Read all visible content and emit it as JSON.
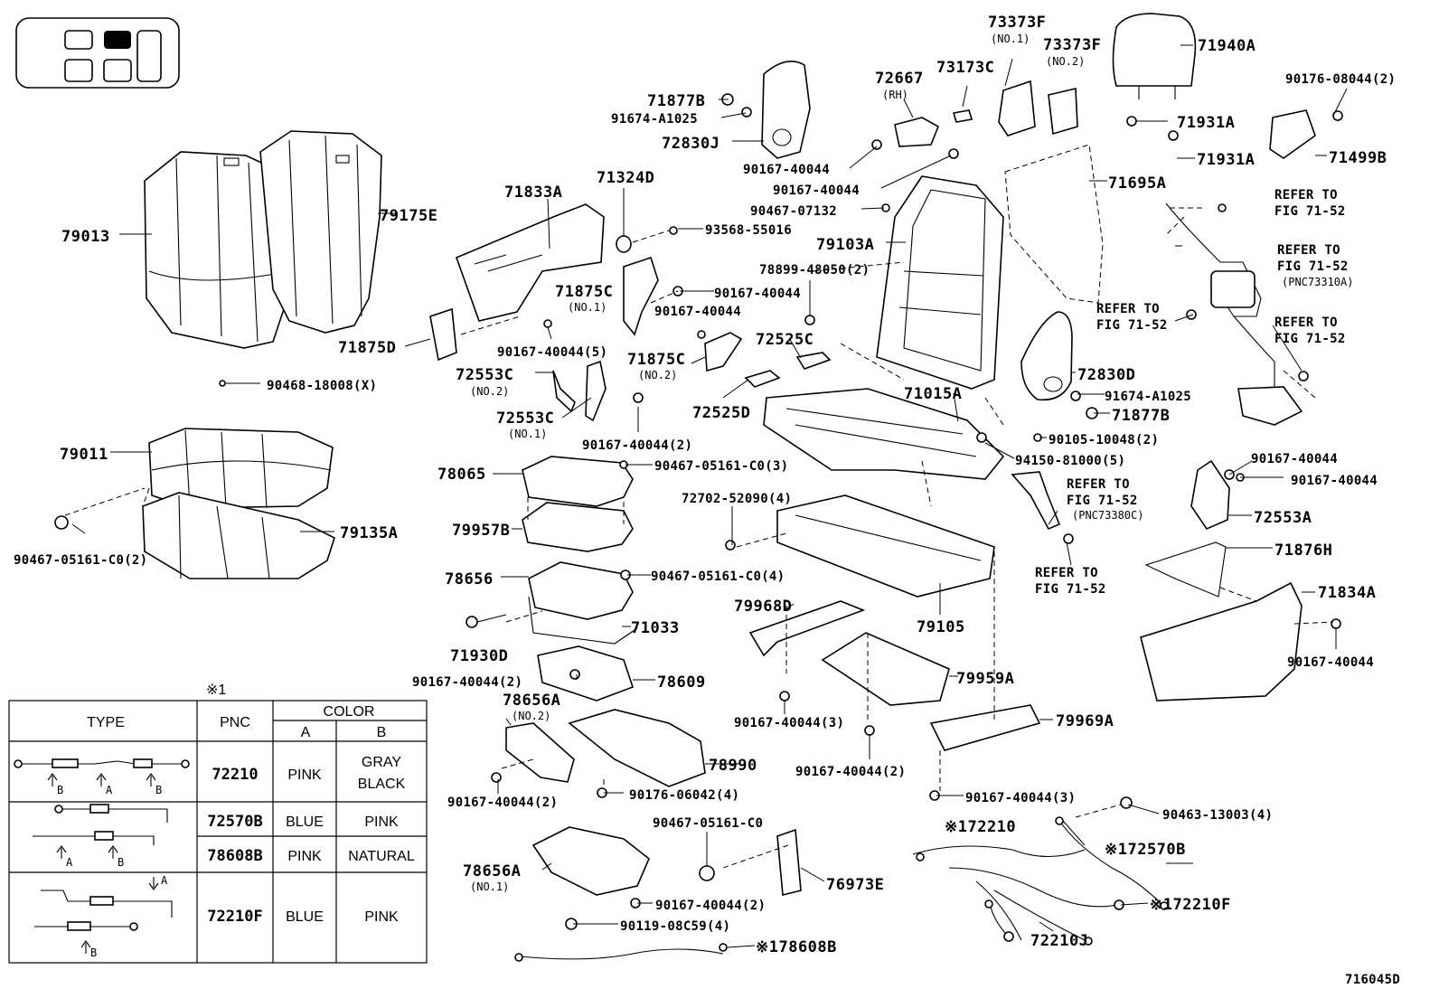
{
  "figure_code": "716045D",
  "table": {
    "note_mark": "※1",
    "headers": {
      "type": "TYPE",
      "pnc": "PNC",
      "color": "COLOR",
      "col_a": "A",
      "col_b": "B"
    },
    "rows": [
      {
        "pnc": "72210",
        "a": "PINK",
        "b1": "GRAY",
        "b2": "BLACK"
      },
      {
        "pnc": "72570B",
        "a": "BLUE",
        "b1": "PINK",
        "b2": ""
      },
      {
        "pnc": "78608B",
        "a": "PINK",
        "b1": "NATURAL",
        "b2": ""
      },
      {
        "pnc": "72210F",
        "a": "BLUE",
        "b1": "PINK",
        "b2": ""
      }
    ],
    "arrow_labels": {
      "a": "A",
      "b": "B"
    }
  },
  "labels": [
    "79013",
    "79175E",
    "71877B",
    "91674-A1025",
    "72830J",
    "72667",
    "(RH)",
    "73173C",
    "73373F",
    "(NO.1)",
    "73373F",
    "(NO.2)",
    "71940A",
    "90176-08044(2)",
    "71931A",
    "71931A",
    "71499B",
    "90167-40044",
    "90167-40044",
    "71695A",
    "90467-07132",
    "79103A",
    "71833A",
    "71324D",
    "93568-55016",
    "REFER TO",
    "FIG 71-52",
    "REFER TO",
    "FIG 71-52",
    "(PNC73310A)",
    "78899-48050(2)",
    "71875C",
    "(NO.1)",
    "90167-40044",
    "90167-40044",
    "REFER TO",
    "FIG 71-52",
    "REFER TO",
    "FIG 71-52",
    "71875D",
    "90167-40044(5)",
    "72525C",
    "71875C",
    "(NO.2)",
    "72830D",
    "72553C",
    "(NO.2)",
    "90468-18008(X)",
    "91674-A1025",
    "72525D",
    "72553C",
    "(NO.1)",
    "71015A",
    "71877B",
    "90167-40044(2)",
    "90105-10048(2)",
    "79011",
    "94150-81000(5)",
    "78065",
    "90467-05161-C0(3)",
    "90167-40044",
    "90167-40044",
    "REFER TO",
    "FIG 71-52",
    "(PNC73380C)",
    "72702-52090(4)",
    "72553A",
    "79135A",
    "79957B",
    "90467-05161-C0(2)",
    "71876H",
    "REFER TO",
    "FIG 71-52",
    "78656",
    "90467-05161-C0(4)",
    "71834A",
    "79968D",
    "71033",
    "79105",
    "71930D",
    "90167-40044",
    "90167-40044(2)",
    "78609",
    "79959A",
    "78656A",
    "(NO.2)",
    "90167-40044(3)",
    "79969A",
    "78990",
    "90167-40044(2)",
    "90167-40044(2)",
    "90176-06042(4)",
    "90167-40044(3)",
    "90463-13003(4)",
    "90467-05161-C0",
    "※172210",
    "※172570B",
    "78656A",
    "(NO.1)",
    "76973E",
    "90167-40044(2)",
    "※172210F",
    "90119-08C59(4)",
    "72210J",
    "※178608B"
  ]
}
